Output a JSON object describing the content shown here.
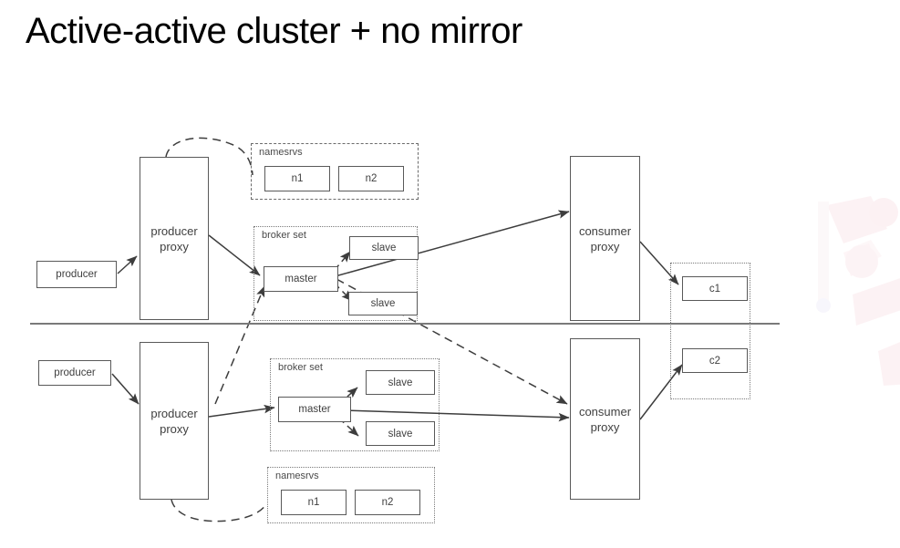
{
  "slide": {
    "title": "Active-active cluster + no mirror",
    "background": "#ffffff",
    "line_color": "#595959",
    "text_color": "#3f3f3f"
  },
  "divider": {
    "name": "region-divider-line"
  },
  "top_region": {
    "producer": {
      "label": "producer"
    },
    "producer_proxy": {
      "label": "producer\nproxy",
      "line1": "producer",
      "line2": "proxy"
    },
    "namesrvs": {
      "label": "namesrvs",
      "nodes": [
        {
          "label": "n1"
        },
        {
          "label": "n2"
        }
      ]
    },
    "broker_set": {
      "label": "broker set",
      "master": {
        "label": "master"
      },
      "slaves": [
        {
          "label": "slave"
        },
        {
          "label": "slave"
        }
      ]
    },
    "consumer_proxy": {
      "line1": "consumer",
      "line2": "proxy"
    },
    "consumer": {
      "label": "c1"
    }
  },
  "bottom_region": {
    "producer": {
      "label": "producer"
    },
    "producer_proxy": {
      "line1": "producer",
      "line2": "proxy"
    },
    "namesrvs": {
      "label": "namesrvs",
      "nodes": [
        {
          "label": "n1"
        },
        {
          "label": "n2"
        }
      ]
    },
    "broker_set": {
      "label": "broker set",
      "master": {
        "label": "master"
      },
      "slaves": [
        {
          "label": "slave"
        },
        {
          "label": "slave"
        }
      ]
    },
    "consumer_proxy": {
      "line1": "consumer",
      "line2": "proxy"
    },
    "consumer": {
      "label": "c2"
    }
  }
}
